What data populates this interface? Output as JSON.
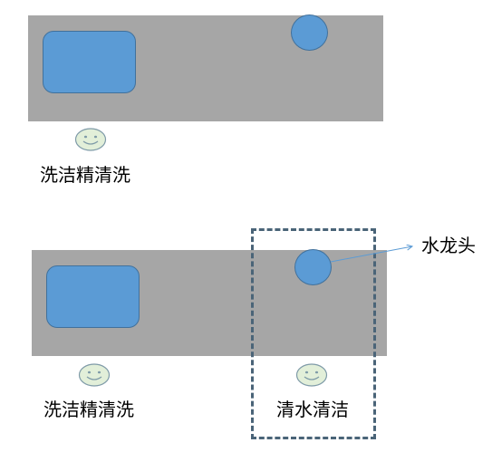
{
  "scene1": {
    "station_label": "洗洁精清洗"
  },
  "scene2": {
    "station1_label": "洗洁精清洗",
    "station2_label": "清水清洁",
    "callout_label": "水龙头"
  },
  "colors": {
    "counter": "#a6a6a6",
    "sink": "#5b9bd5",
    "sink_border": "#41719c",
    "smiley_fill": "#e2efd9",
    "smiley_stroke": "#7f9ba8",
    "dashed_border": "#4a6478",
    "arrow": "#5b9bd5"
  },
  "icons": {
    "smiley": "smiley-face-icon",
    "faucet": "faucet-circle-icon"
  }
}
